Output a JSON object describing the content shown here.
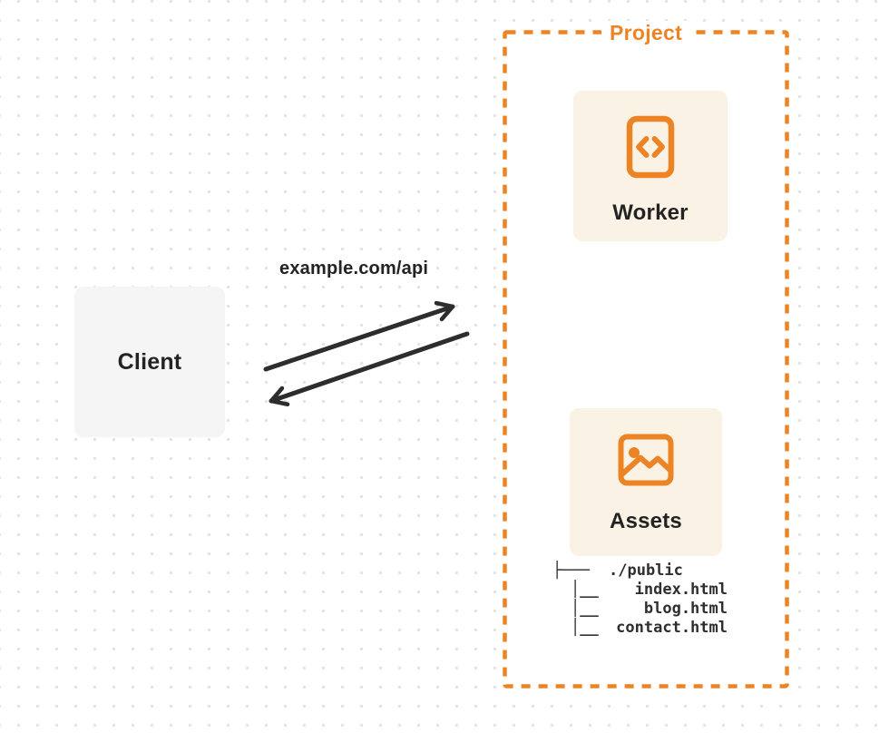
{
  "diagram": {
    "client": {
      "label": "Client"
    },
    "request": {
      "label": "example.com/api"
    },
    "project": {
      "title": "Project",
      "worker": {
        "label": "Worker",
        "icon": "code-document-icon"
      },
      "assets": {
        "label": "Assets",
        "icon": "image-icon"
      },
      "file_tree": [
        {
          "glyph": "├───",
          "name": "./public"
        },
        {
          "glyph": "│__",
          "name": "index.html"
        },
        {
          "glyph": "│__",
          "name": "blog.html"
        },
        {
          "glyph": "│__",
          "name": "contact.html"
        }
      ]
    },
    "colors": {
      "accent_orange": "#ec8425",
      "card_background": "#fbf2e6",
      "client_background": "#f5f5f6",
      "arrow": "#2d2d2d",
      "text_dark": "#232323",
      "background_dots": "#e2e2e2"
    }
  }
}
